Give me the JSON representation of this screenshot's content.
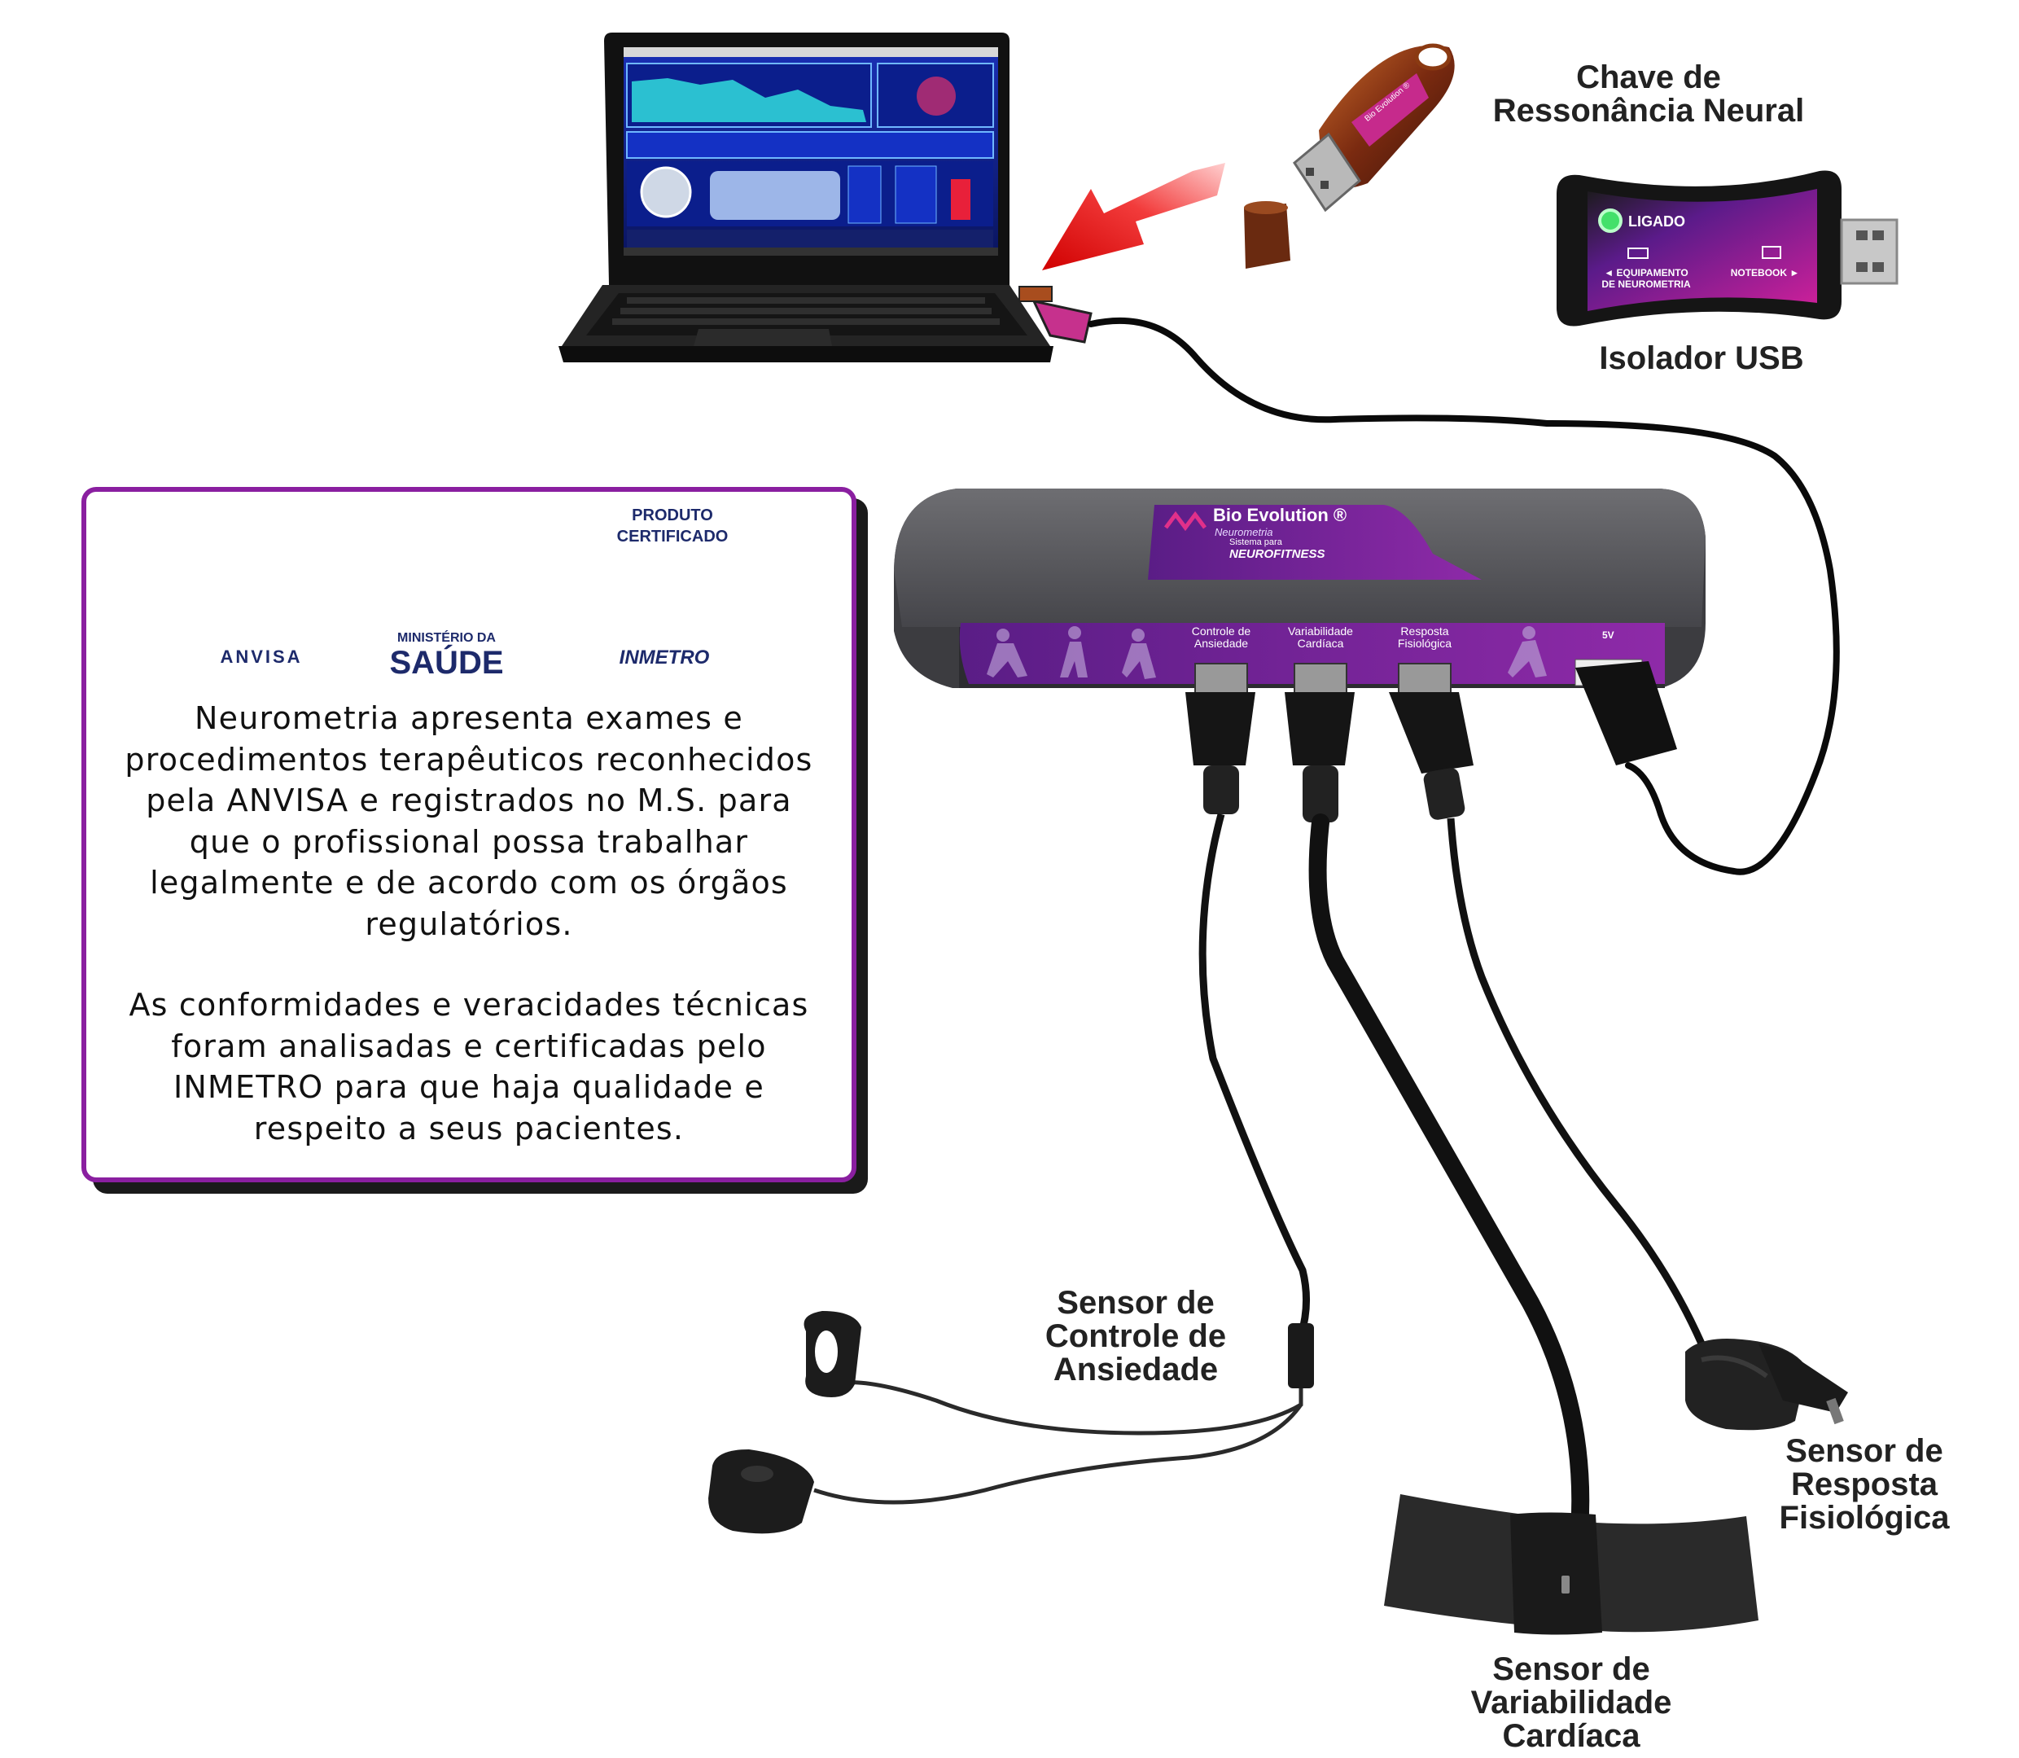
{
  "callouts": {
    "chave": "Chave de\nRessonância Neural",
    "isolador": "Isolador USB",
    "sensor_ansiedade": "Sensor de\nControle de\nAnsiedade",
    "sensor_resposta": "Sensor de\nResposta\nFisiológica",
    "sensor_variabilidade": "Sensor de\nVariabilidade\nCardíaca"
  },
  "isolator": {
    "status": "LIGADO",
    "left_label": "◄ EQUIPAMENTO\nDE NEUROMETRIA",
    "right_label": "NOTEBOOK ►"
  },
  "device": {
    "brand": "Bio Evolution ®",
    "subtitle": "Neurometria",
    "tagline_small": "Sistema para",
    "tagline_big": "NEUROFITNESS",
    "port_1": "Controle de\nAnsiedade",
    "port_2": "Variabilidade\nCardíaca",
    "port_3": "Resposta\nFisiológica",
    "power": "5V"
  },
  "usb_key": {
    "label": "Bio Evolution ®"
  },
  "logos": {
    "anvisa": "ANVISA",
    "ministerio": "MINISTÉRIO DA",
    "saude": "SAÚDE",
    "produto": "PRODUTO",
    "certificado": "CERTIFICADO",
    "inmetro": "INMETRO"
  },
  "info": {
    "paragraph_1": "Neurometria apresenta exames e procedimentos terapêuticos reconhecidos pela ANVISA e registrados no M.S. para que o profissional possa trabalhar legalmente e de acordo com os órgãos regulatórios.",
    "paragraph_2": "As conformidades e veracidades técnicas foram analisadas e certificadas pelo INMETRO para que haja qualidade e respeito a seus pacientes."
  },
  "colors": {
    "purple": "#7b1fa2",
    "magenta": "#c1188f",
    "box_border": "#8a1fa0",
    "arrow_red": "#e8141b",
    "anvisa_green": "#3aa935",
    "anvisa_yellow": "#f1c40f",
    "inmetro_blue": "#1d2a6b"
  }
}
